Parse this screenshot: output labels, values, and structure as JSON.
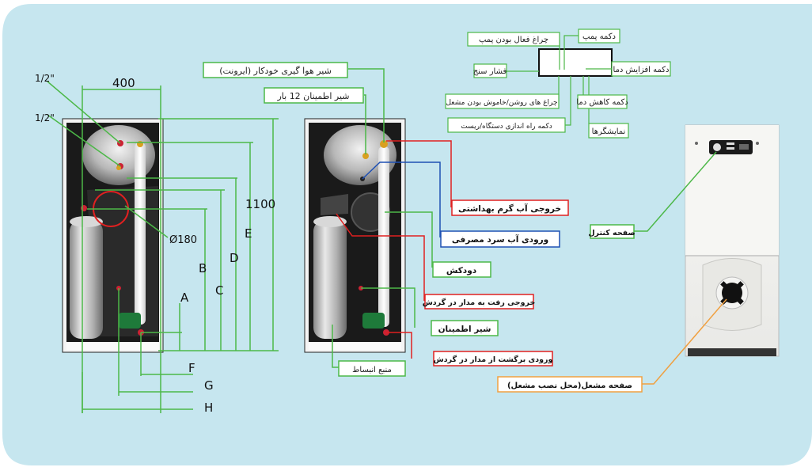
{
  "dimensions": {
    "width": "400",
    "height": "1100",
    "pipe_top": "1/2\"",
    "pipe_second": "1/2\"",
    "flue_diameter": "Ø180",
    "letter_a": "A",
    "letter_b": "B",
    "letter_c": "C",
    "letter_d": "D",
    "letter_e": "E",
    "letter_f": "F",
    "letter_g": "G",
    "letter_h": "H"
  },
  "callouts": {
    "auto_air_vent": "شیر هوا گیری خودکار (ایرونت)",
    "safety_valve_12bar": "شیر اطمینان 12 بار",
    "hot_water_outlet": "خروجی آب گرم بهداشتی",
    "cold_water_inlet": "ورودی آب سرد مصرفی",
    "flue": "دودکش",
    "circuit_flow_outlet": "خروجی رفت به مدار در گردش",
    "safety_valve": "شیر اطمینان",
    "circuit_return_inlet": "ورودی برگشت از مدار در گردش",
    "expansion_tank": "منبع انبساط",
    "control_panel": "صفحه کنترل",
    "burner_plate": "صفحه مشعل(محل نصب مشعل)"
  },
  "panel_labels": {
    "pump_button": "دکمه پمپ",
    "pump_active_light": "چراغ فعال بودن پمپ",
    "pressure_gauge": "فشار سنج",
    "temp_increase_button": "دکمه افزایش دما",
    "burner_on_off_lights": "چراغ های روشن/خاموش بودن مشعل",
    "temp_decrease_button": "دکمه کاهش دما",
    "startup_reset_button": "دکمه راه اندازی دستگاه/ریست",
    "displays": "نمایشگرها"
  },
  "colors": {
    "background": "#c6e6ef",
    "green_line": "#4cb848",
    "red_line": "#e02020",
    "blue_line": "#1e50b4",
    "orange_line": "#f0a040"
  }
}
